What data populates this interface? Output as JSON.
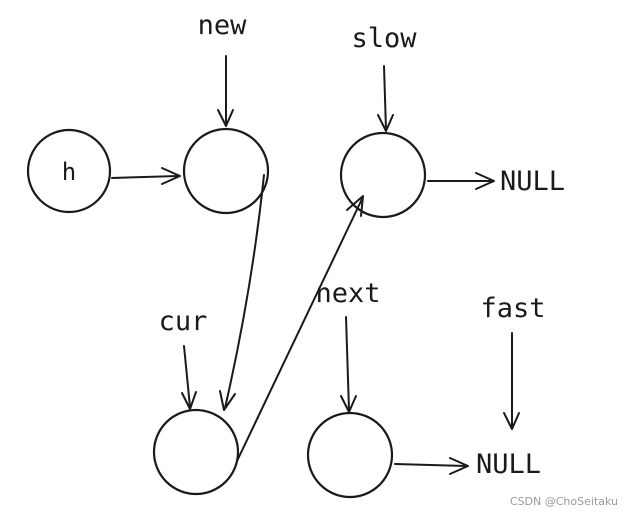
{
  "nodes": {
    "h": "h",
    "new_node": "",
    "slow_node": "",
    "cur_node": "",
    "next_node": ""
  },
  "labels": {
    "new": "new",
    "slow": "slow",
    "cur": "cur",
    "next": "next",
    "fast": "fast",
    "null_top": "NULL",
    "null_bottom": "NULL"
  },
  "watermark": "CSDN @ChoSeitaku",
  "colors": {
    "stroke": "#1a1a1a",
    "background": "#ffffff",
    "watermark": "#9a9a9a"
  }
}
